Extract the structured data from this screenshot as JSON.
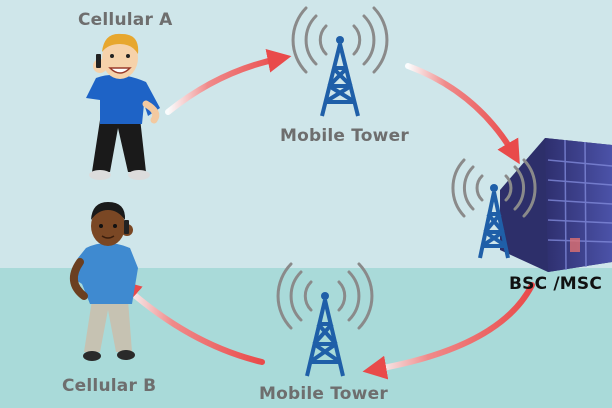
{
  "labels": {
    "cellular_a": "Cellular A",
    "cellular_b": "Cellular B",
    "tower_top": "Mobile Tower",
    "tower_bottom": "Mobile Tower",
    "bsc": "BSC /MSC"
  },
  "colors": {
    "sky": "#cfe6ea",
    "ground": "#a9dad9",
    "arrow": "#e94a4a",
    "tower": "#1f5fa8",
    "signal": "#8a8a8a",
    "building": "#3a3d8a",
    "label": "#6e6e6e"
  },
  "icons": [
    "person-a-icon",
    "person-b-icon",
    "tower-icon",
    "building-icon",
    "arrow-icon"
  ]
}
